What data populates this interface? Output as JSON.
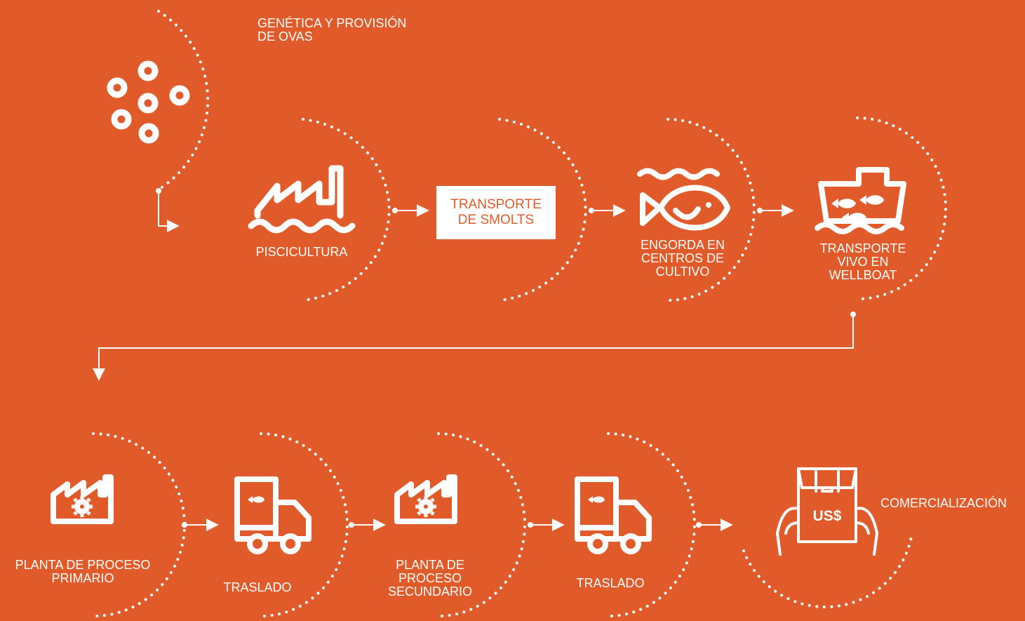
{
  "diagram": {
    "colors": {
      "background": "#E15A2A",
      "foreground": "#FFFFFF"
    },
    "steps": [
      {
        "id": "ovas",
        "label_1": "GENÉTICA Y PROVISIÓN",
        "label_2": "DE OVAS",
        "icon": "eggs-icon"
      },
      {
        "id": "piscicultura",
        "label_1": "PISCICULTURA",
        "icon": "factory-water-icon"
      },
      {
        "id": "smolts",
        "label_1": "TRANSPORTE",
        "label_2": "DE SMOLTS",
        "icon": "none"
      },
      {
        "id": "engorda",
        "label_1": "ENGORDA EN",
        "label_2": "CENTROS DE",
        "label_3": "CULTIVO",
        "icon": "fish-water-icon"
      },
      {
        "id": "wellboat",
        "label_1": "TRANSPORTE",
        "label_2": "VIVO EN",
        "label_3": "WELLBOAT",
        "icon": "wellboat-icon"
      },
      {
        "id": "primario",
        "label_1": "PLANTA DE PROCESO",
        "label_2": "PRIMARIO",
        "icon": "factory-gear-icon"
      },
      {
        "id": "traslado1",
        "label_1": "TRASLADO",
        "icon": "truck-icon"
      },
      {
        "id": "secundario",
        "label_1": "PLANTA DE",
        "label_2": "PROCESO",
        "label_3": "SECUNDARIO",
        "icon": "factory-gear-icon"
      },
      {
        "id": "traslado2",
        "label_1": "TRASLADO",
        "icon": "truck-icon"
      },
      {
        "id": "comercializacion",
        "label_1": "COMERCIALIZACIÓN",
        "icon": "box-hands-icon",
        "icon_text": "US$"
      }
    ]
  }
}
